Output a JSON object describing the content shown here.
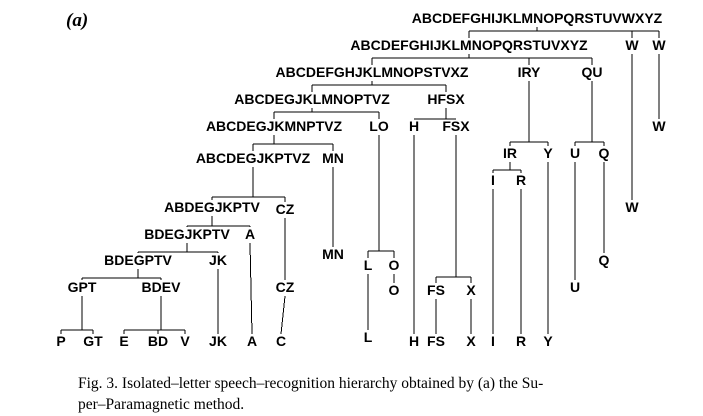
{
  "figure": {
    "panel_label": "(a)",
    "caption_line1": "Fig. 3. Isolated–letter speech–recognition hierarchy obtained by (a) the Su-",
    "caption_line2": "per–Paramagnetic method."
  },
  "nodes": [
    {
      "id": "n_all",
      "label": "ABCDEFGHIJKLMNOPQRSTUVWXYZ"
    },
    {
      "id": "n_noW",
      "label": "ABCDEFGHIJKLMNOPQRSTUVXYZ"
    },
    {
      "id": "n_W1",
      "label": "W"
    },
    {
      "id": "n_W2",
      "label": "W"
    },
    {
      "id": "n_l2",
      "label": "ABCDEFGHJKLMNOPSTVXZ"
    },
    {
      "id": "n_IRY",
      "label": "IRY"
    },
    {
      "id": "n_QU",
      "label": "QU"
    },
    {
      "id": "n_W3",
      "label": "W"
    },
    {
      "id": "n_W4",
      "label": "W"
    },
    {
      "id": "n_l3",
      "label": "ABCDEGJKLMNOPTVZ"
    },
    {
      "id": "n_HFSX",
      "label": "HFSX"
    },
    {
      "id": "n_l4",
      "label": "ABCDEGJKMNPTVZ"
    },
    {
      "id": "n_LO",
      "label": "LO"
    },
    {
      "id": "n_H",
      "label": "H"
    },
    {
      "id": "n_FSX",
      "label": "FSX"
    },
    {
      "id": "n_l5",
      "label": "ABCDEGJKPTVZ"
    },
    {
      "id": "n_MN",
      "label": "MN"
    },
    {
      "id": "n_IR",
      "label": "IR"
    },
    {
      "id": "n_Y",
      "label": "Y"
    },
    {
      "id": "n_U",
      "label": "U"
    },
    {
      "id": "n_Q",
      "label": "Q"
    },
    {
      "id": "n_I",
      "label": "I"
    },
    {
      "id": "n_R",
      "label": "R"
    },
    {
      "id": "n_l6",
      "label": "ABDEGJKPTV"
    },
    {
      "id": "n_CZ",
      "label": "CZ"
    },
    {
      "id": "n_l7",
      "label": "BDEGJKPTV"
    },
    {
      "id": "n_A",
      "label": "A"
    },
    {
      "id": "n_MN2",
      "label": "MN"
    },
    {
      "id": "n_Q2",
      "label": "Q"
    },
    {
      "id": "n_l8",
      "label": "BDEGPTV"
    },
    {
      "id": "n_JK",
      "label": "JK"
    },
    {
      "id": "n_L",
      "label": "L"
    },
    {
      "id": "n_O",
      "label": "O"
    },
    {
      "id": "n_O2",
      "label": "O"
    },
    {
      "id": "n_U2",
      "label": "U"
    },
    {
      "id": "n_GPT",
      "label": "GPT"
    },
    {
      "id": "n_BDEV",
      "label": "BDEV"
    },
    {
      "id": "n_CZ2",
      "label": "CZ"
    },
    {
      "id": "n_FS",
      "label": "FS"
    },
    {
      "id": "n_X",
      "label": "X"
    },
    {
      "id": "n_L2",
      "label": "L"
    },
    {
      "id": "n_P",
      "label": "P"
    },
    {
      "id": "n_GT",
      "label": "GT"
    },
    {
      "id": "n_E",
      "label": "E"
    },
    {
      "id": "n_BD",
      "label": "BD"
    },
    {
      "id": "n_V",
      "label": "V"
    },
    {
      "id": "n_JK2",
      "label": "JK"
    },
    {
      "id": "n_A2",
      "label": "A"
    },
    {
      "id": "n_C",
      "label": "C"
    },
    {
      "id": "n_H2",
      "label": "H"
    },
    {
      "id": "n_FS2",
      "label": "FS"
    },
    {
      "id": "n_X2",
      "label": "X"
    },
    {
      "id": "n_I2",
      "label": "I"
    },
    {
      "id": "n_R2",
      "label": "R"
    },
    {
      "id": "n_Y2",
      "label": "Y"
    }
  ]
}
